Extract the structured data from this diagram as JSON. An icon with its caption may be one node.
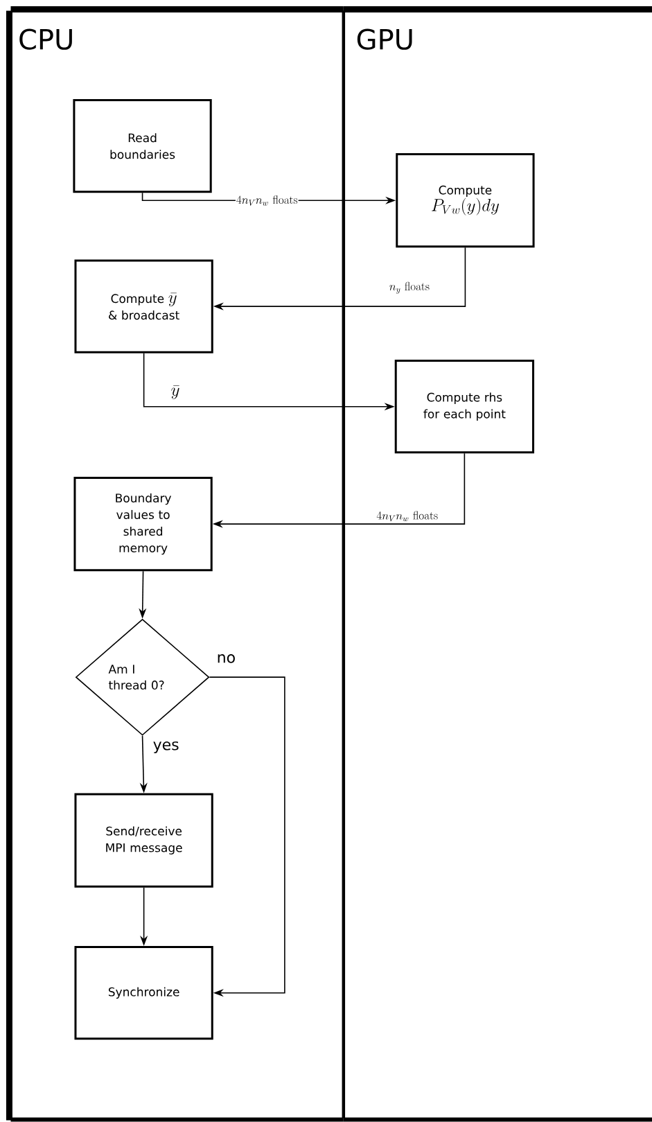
{
  "diagram": {
    "nodes": [
      {
        "text": [
          "CPU"
        ]
      },
      {
        "text": [
          "GPU"
        ]
      },
      {
        "text": [
          "Read boundaries"
        ],
        "in": 0
      },
      {
        "text": [
          "Compute",
          "P_{Vw}(y)dy"
        ],
        "in": 1
      },
      {
        "text": [
          "Compute",
          "\\bar{y}",
          "& broadcast"
        ],
        "in": 0
      },
      {
        "text": [
          "Compute rhs for each point"
        ],
        "in": 1
      },
      {
        "text": [
          "Boundary values to shared memory"
        ],
        "in": 0
      },
      {
        "text": [
          "Am I thread 0?"
        ],
        "in": 0
      },
      {
        "text": [
          "Send/receive MPI message"
        ],
        "in": 0
      },
      {
        "text": [
          "Synchronize"
        ],
        "in": 0
      }
    ],
    "edges": [
      {
        "from": 2,
        "to": 3,
        "arrow": "to",
        "label": "4n_Vn_w\\ \\mathrm{floats}"
      },
      {
        "from": 3,
        "to": 4,
        "arrow": "to",
        "label": "n_y\\ \\mathrm{floats}"
      },
      {
        "from": 4,
        "to": 5,
        "arrow": "to",
        "label": "\\bar{y}"
      },
      {
        "from": 5,
        "to": 6,
        "arrow": "to",
        "label": "4n_Vn_w\\ \\mathrm{floats}"
      },
      {
        "from": 6,
        "to": 7,
        "arrow": "to"
      },
      {
        "from": 7,
        "to": 8,
        "arrow": "to",
        "label": "yes"
      },
      {
        "from": 7,
        "to": 9,
        "arrow": "to",
        "label": "no"
      },
      {
        "from": 8,
        "to": 9,
        "arrow": "to"
      }
    ]
  }
}
